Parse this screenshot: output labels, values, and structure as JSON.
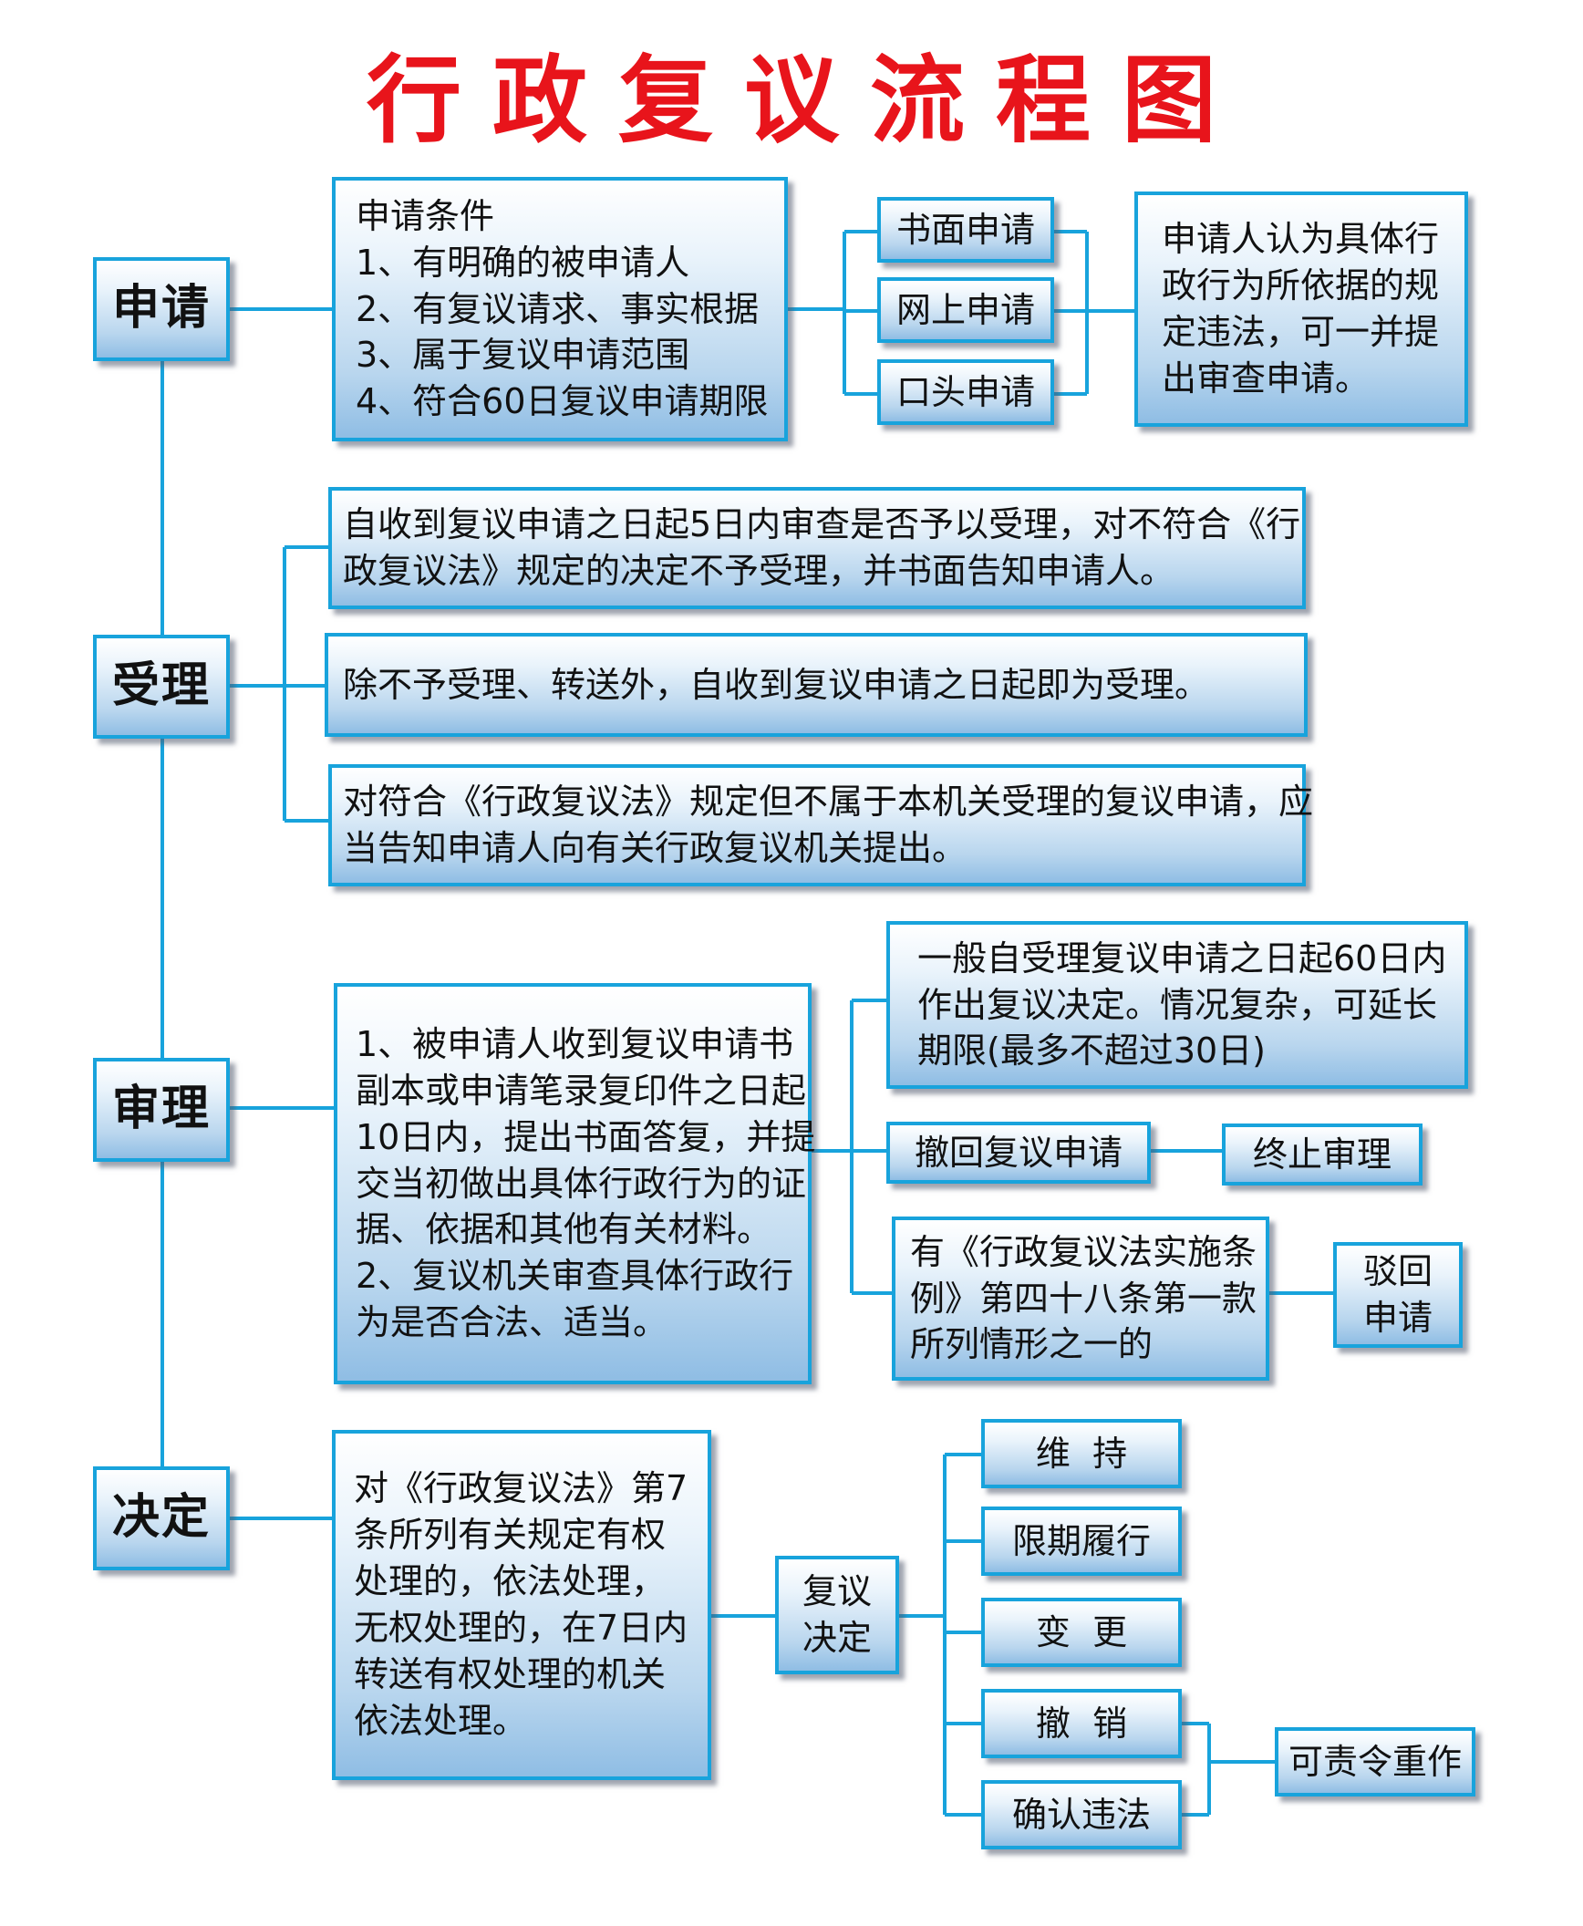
{
  "title": "行政复议流程图",
  "stages": {
    "apply": "申请",
    "accept": "受理",
    "review": "审理",
    "decide": "决定"
  },
  "apply": {
    "conditions": [
      "申请条件",
      "1、有明确的被申请人",
      "2、有复议请求、事实根据",
      "3、属于复议申请范围",
      "4、符合60日复议申请期限"
    ],
    "methods": [
      "书面申请",
      "网上申请",
      "口头申请"
    ],
    "note": [
      "申请人认为具体行",
      "政行为所依据的规",
      "定违法，可一并提",
      "出审查申请。"
    ]
  },
  "accept": {
    "item1": [
      "自收到复议申请之日起5日内审查是否予以受理，对不符合《行",
      "政复议法》规定的决定不予受理，并书面告知申请人。"
    ],
    "item2": [
      "除不予受理、转送外，自收到复议申请之日起即为受理。"
    ],
    "item3": [
      "对符合《行政复议法》规定但不属于本机关受理的复议申请，应",
      "当告知申请人向有关行政复议机关提出。"
    ]
  },
  "review": {
    "main": [
      "1、被申请人收到复议申请书",
      "副本或申请笔录复印件之日起",
      "10日内，提出书面答复，并提",
      "交当初做出具体行政行为的证",
      "据、依据和其他有关材料。",
      "2、复议机关审查具体行政行",
      "为是否合法、适当。"
    ],
    "period": [
      "一般自受理复议申请之日起60日内",
      "作出复议决定。情况复杂，可延长",
      "期限(最多不超过30日)"
    ],
    "withdraw": "撤回复议申请",
    "terminate": "终止审理",
    "circumstance": [
      "有《行政复议法实施条",
      "例》第四十八条第一款",
      "所列情形之一的"
    ],
    "reject": [
      "驳回",
      "申请"
    ]
  },
  "decide": {
    "main": [
      "对《行政复议法》第7",
      "条所列有关规定有权",
      "处理的，依法处理，",
      "无权处理的，在7日内",
      "转送有权处理的机关",
      "依法处理。"
    ],
    "decision": [
      "复议",
      "决定"
    ],
    "outcomes": [
      "维  持",
      "限期履行",
      "变  更",
      "撤  销",
      "确认违法"
    ],
    "redo": "可责令重作"
  },
  "colors": {
    "title": "#e8141b",
    "border": "#18a3dc",
    "line": "#18a3dc",
    "fill_top": "#ffffff",
    "fill_bottom": "#8fbde4"
  }
}
